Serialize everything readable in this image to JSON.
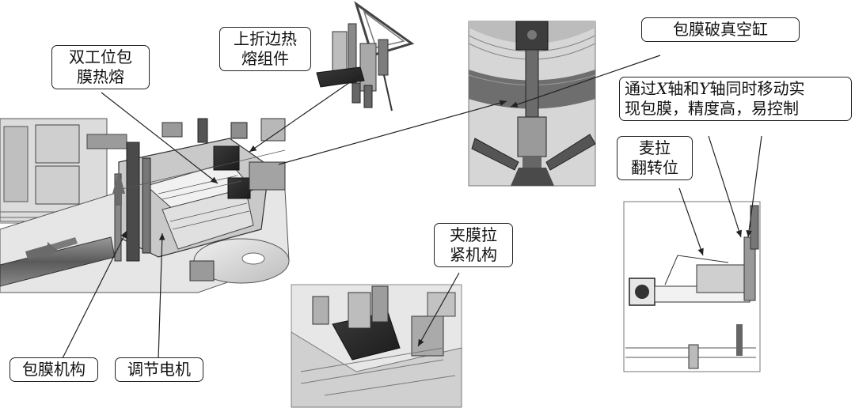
{
  "labels": {
    "dual_station": [
      "双工位包",
      "膜热熔"
    ],
    "upper_fold": [
      "上折边热",
      "熔组件"
    ],
    "vacuum_break": "包膜破真空缸",
    "xy_move": {
      "line1_pre": "通过",
      "axis_x": "X",
      "line1_mid": "轴和",
      "axis_y": "Y",
      "line1_post": "轴同时移动实",
      "line2": "现包膜，精度高，易控制"
    },
    "mylar_flip": [
      "麦拉",
      "翻转位"
    ],
    "clamp_tension": [
      "夹膜拉",
      "紧机构"
    ],
    "wrap_mechanism": "包膜机构",
    "adjust_motor": "调节电机"
  }
}
